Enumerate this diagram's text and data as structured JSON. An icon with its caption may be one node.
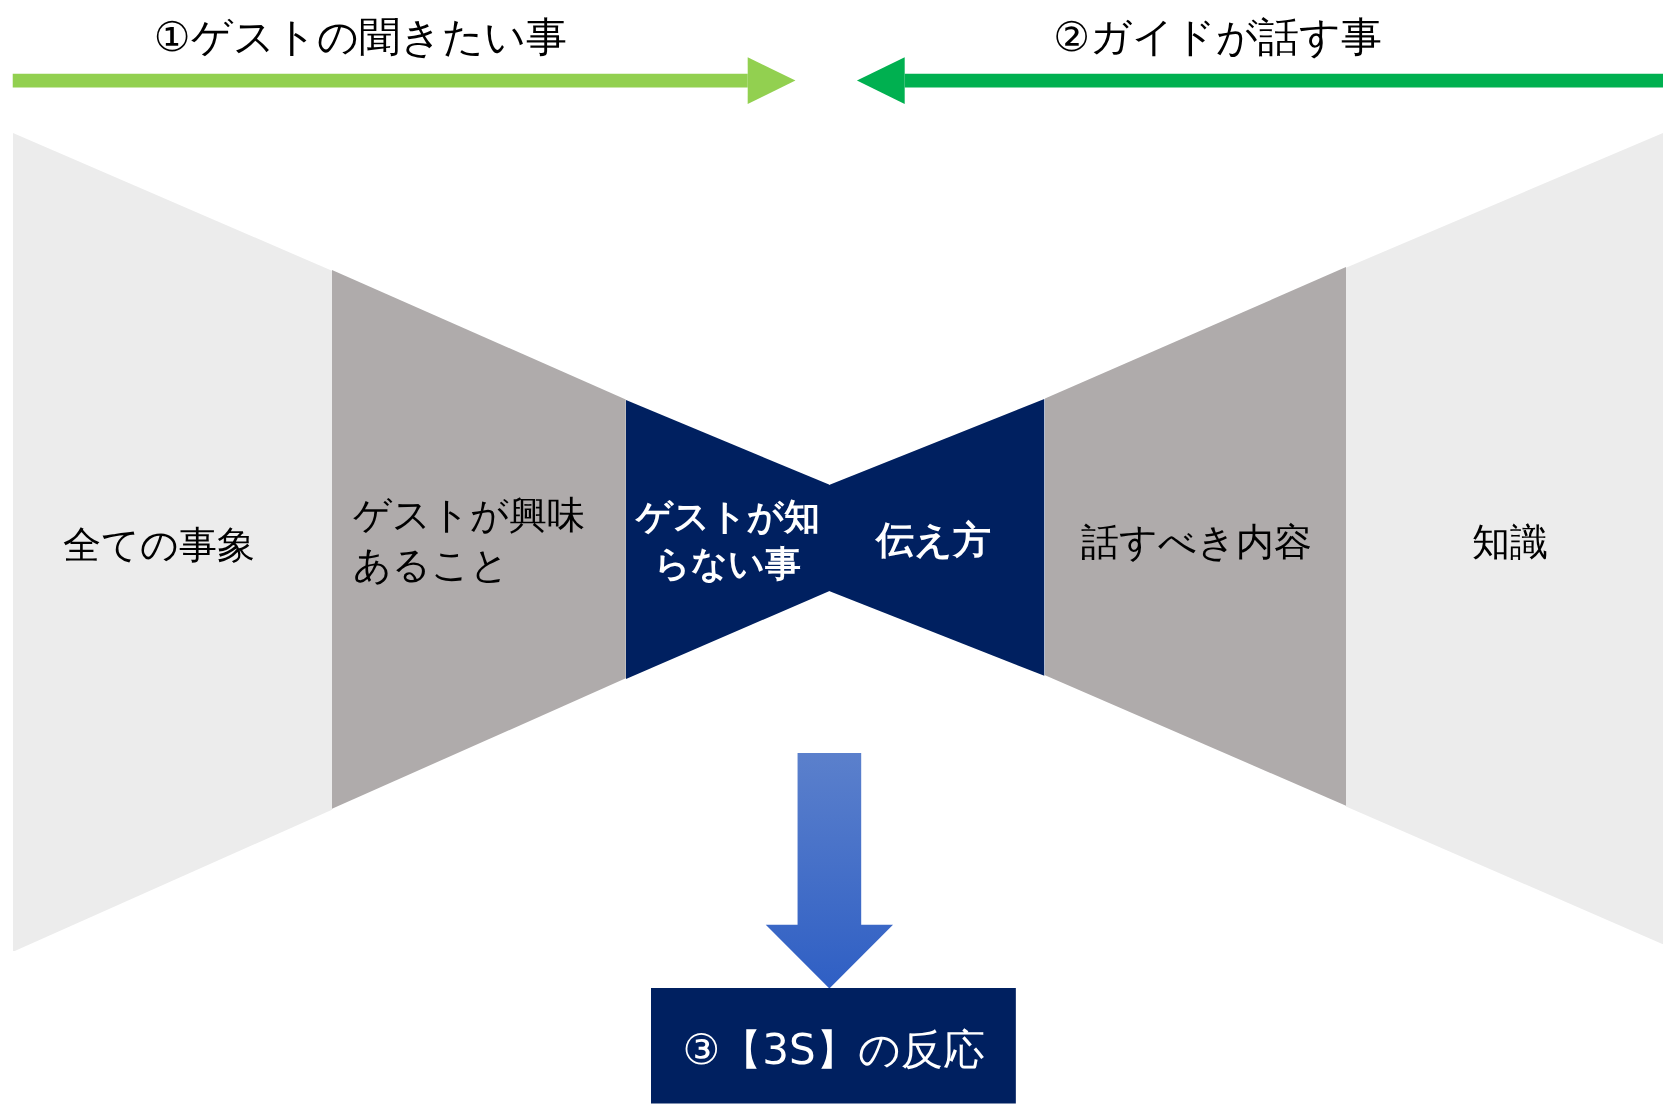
{
  "diagram": {
    "nodes": [
      {
        "text": [
          "全ての事象"
        ]
      },
      {
        "text": [
          "ゲストが興味あること"
        ]
      },
      {
        "text": [
          "ゲストが知らない事"
        ]
      },
      {
        "text": [
          "伝え方"
        ]
      },
      {
        "text": [
          "話すべき内容"
        ]
      },
      {
        "text": [
          "知識"
        ]
      },
      {
        "text": [
          "③【3S】の反応"
        ]
      }
    ],
    "edges": [
      {
        "from": null,
        "to": 6,
        "arrow": "to",
        "style": "thick"
      }
    ],
    "labels": [
      "①ゲストの聞きたい事",
      "②ガイドが話す事"
    ]
  }
}
